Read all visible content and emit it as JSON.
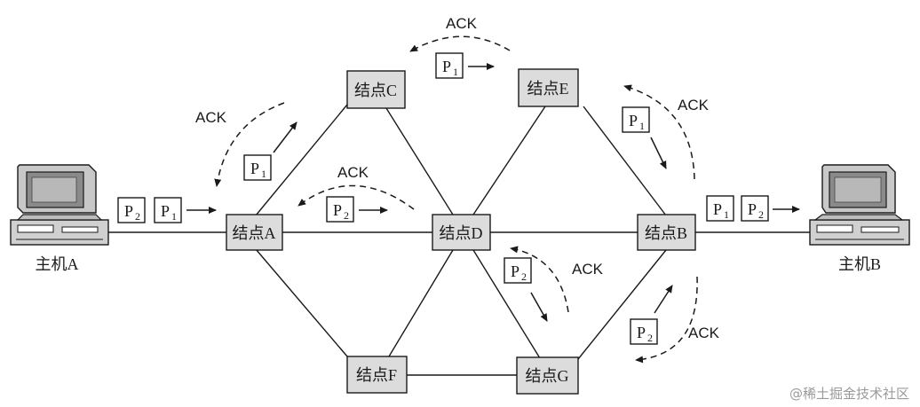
{
  "nodes": {
    "A": "结点A",
    "B": "结点B",
    "C": "结点C",
    "D": "结点D",
    "E": "结点E",
    "F": "结点F",
    "G": "结点G"
  },
  "hosts": {
    "A": "主机A",
    "B": "主机B"
  },
  "packets": {
    "p": "P",
    "sub1": "1",
    "sub2": "2"
  },
  "ack": "ACK",
  "watermark": "@稀土掘金技术社区",
  "colors": {
    "node_fill": "#dcdcdc",
    "line": "#1a1a1a",
    "background": "#ffffff"
  }
}
